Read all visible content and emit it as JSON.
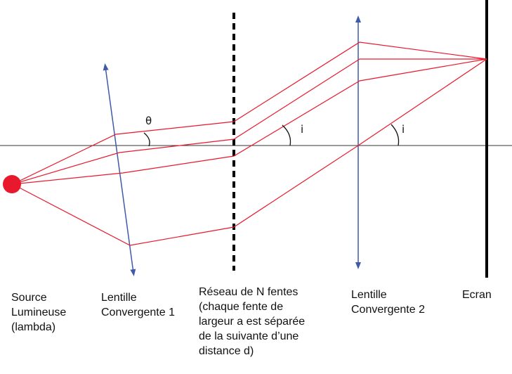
{
  "labels": {
    "source": "Source\nLumineuse\n(lambda)",
    "lens1": "Lentille\nConvergente 1",
    "grating": "Réseau de N fentes\n(chaque fente de\nlargeur a  est séparée\nde la suivante d’une\ndistance d)",
    "lens2": "Lentille\nConvergente 2",
    "screen": "Ecran"
  },
  "angles": {
    "theta": "θ",
    "i1": "i",
    "i2": "i"
  },
  "colors": {
    "ray": "#e8192c",
    "lens": "#3f5aa8",
    "axis": "#333333",
    "source": "#e8192c",
    "grating": "#000000",
    "screen": "#000000",
    "text": "#111111"
  }
}
